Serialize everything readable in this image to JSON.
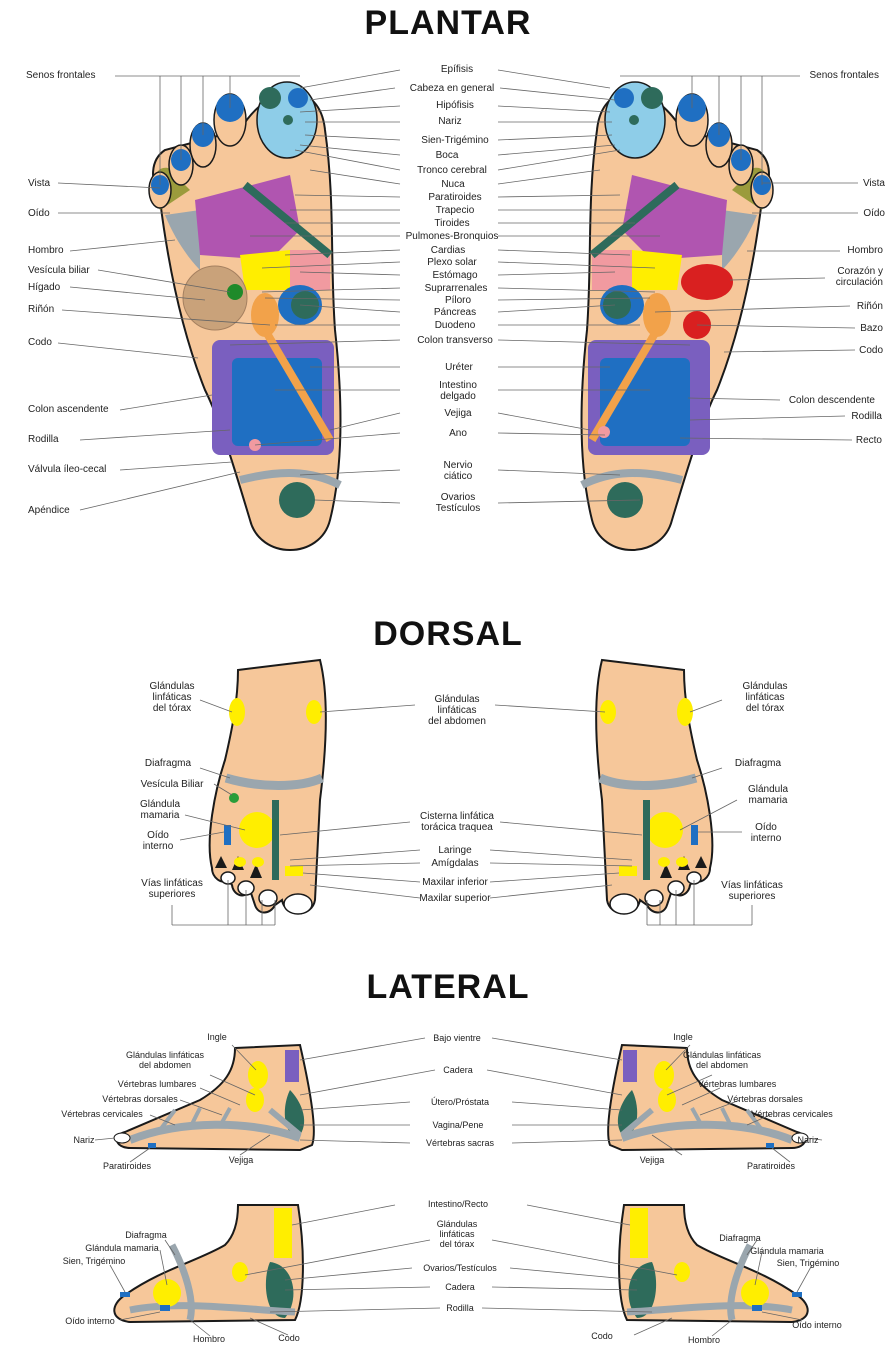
{
  "titles": {
    "plantar": "PLANTAR",
    "dorsal": "DORSAL",
    "lateral": "LATERAL"
  },
  "plantar": {
    "center": [
      "Epífisis",
      "Cabeza en general",
      "Hipófisis",
      "Nariz",
      "Sien-Trigémino",
      "Boca",
      "Tronco cerebral",
      "Nuca",
      "Paratiroides",
      "Trapecio",
      "Tiroides",
      "Pulmones-Bronquios",
      "Cardias",
      "Plexo solar",
      "Estómago",
      "Suprarrenales",
      "Píloro",
      "Páncreas",
      "Duodeno",
      "Colon transverso",
      "Uréter",
      "Intestino\ndelgado",
      "Vejiga",
      "Ano",
      "Nervio\nciático",
      "Ovarios\nTestículos"
    ],
    "left": [
      "Senos frontales",
      "Vista",
      "Oído",
      "Hombro",
      "Vesícula biliar",
      "Hígado",
      "Riñón",
      "Codo",
      "Colon ascendente",
      "Rodilla",
      "Válvula íleo-cecal",
      "Apéndice"
    ],
    "right": [
      "Senos frontales",
      "Vista",
      "Oído",
      "Hombro",
      "Corazón y\ncirculación",
      "Riñón",
      "Bazo",
      "Codo",
      "Colon descendente",
      "Rodilla",
      "Recto"
    ]
  },
  "dorsal": {
    "left": [
      "Glándulas\nlinfáticas\ndel tórax",
      "Diafragma",
      "Vesícula Biliar",
      "Glándula\nmamaria",
      "Oído\ninterno",
      "Vías linfáticas\nsuperiores"
    ],
    "center": [
      "Glándulas\nlinfáticas\ndel abdomen",
      "Cisterna linfática\ntorácica traquea",
      "Laringe",
      "Amígdalas",
      "Maxilar inferior",
      "Maxilar superior"
    ],
    "right": [
      "Glándulas\nlinfáticas\ndel tórax",
      "Diafragma",
      "Glándula\nmamaria",
      "Oído\ninterno",
      "Vías linfáticas\nsuperiores"
    ]
  },
  "lateral": {
    "top_center": [
      "Bajo vientre",
      "Cadera",
      "Útero/Próstata",
      "Vagina/Pene",
      "Vértebras sacras"
    ],
    "top_left": [
      "Ingle",
      "Glándulas linfáticas\ndel abdomen",
      "Vértebras lumbares",
      "Vértebras dorsales",
      "Vértebras cervicales",
      "Nariz",
      "Paratiroides",
      "Vejiga"
    ],
    "top_right": [
      "Ingle",
      "Glándulas linfáticas\ndel abdomen",
      "Vértebras lumbares",
      "Vértebras dorsales",
      "Vértebras cervicales",
      "Nariz",
      "Paratiroides",
      "Vejiga"
    ],
    "bottom_center": [
      "Intestino/Recto",
      "Glándulas\nlinfáticas\ndel tórax",
      "Ovarios/Testículos",
      "Cadera",
      "Rodilla"
    ],
    "bottom_left": [
      "Diafragma",
      "Glándula mamaria",
      "Sien, Trigémino",
      "Oído interno",
      "Hombro",
      "Codo"
    ],
    "bottom_right": [
      "Diafragma",
      "Glándula mamaria",
      "Sien, Trigémino",
      "Oído interno",
      "Codo",
      "Hombro"
    ]
  },
  "colors": {
    "skin": "#f6c79a",
    "outline": "#1a1a1a",
    "blue": "#1f6fc2",
    "green": "#2e6b5b",
    "yellow": "#ffee00",
    "purple": "#8a5fb0",
    "gray": "#9aa6ae",
    "red": "#d92020",
    "orange": "#f2a24a",
    "pink": "#f19aa0",
    "tan": "#c9a27a",
    "olive": "#9b9b3c",
    "lightblue": "#8ecde8"
  }
}
